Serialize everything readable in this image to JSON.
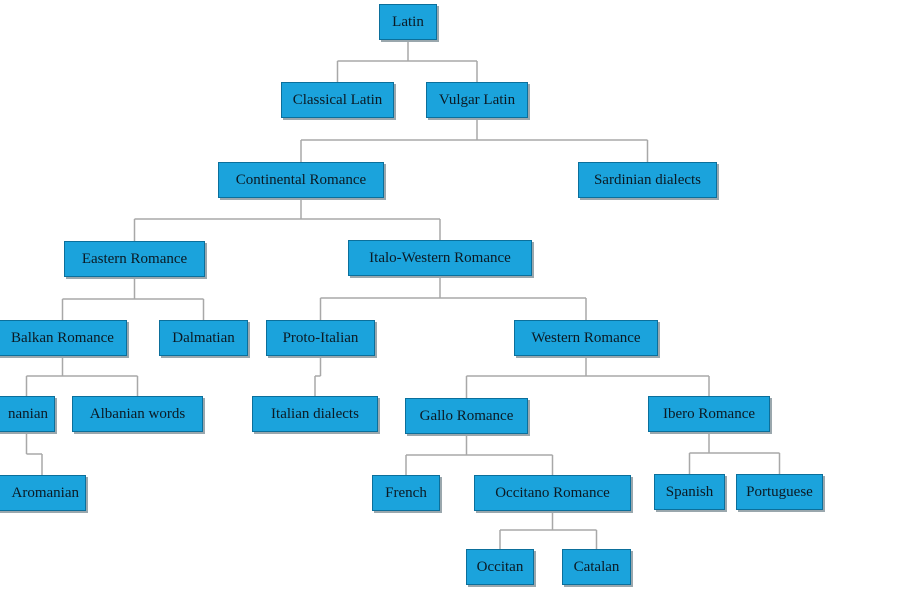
{
  "diagram": {
    "type": "tree",
    "nodes": [
      {
        "id": "latin",
        "label": "Latin"
      },
      {
        "id": "classical",
        "label": "Classical Latin"
      },
      {
        "id": "vulgar",
        "label": "Vulgar Latin"
      },
      {
        "id": "continental",
        "label": "Continental Romance"
      },
      {
        "id": "sardinian",
        "label": "Sardinian dialects"
      },
      {
        "id": "eastern",
        "label": "Eastern Romance"
      },
      {
        "id": "italo_western",
        "label": "Italo-Western Romance"
      },
      {
        "id": "balkan",
        "label": "Balkan Romance"
      },
      {
        "id": "dalmatian",
        "label": "Dalmatian"
      },
      {
        "id": "proto_italian",
        "label": "Proto-Italian"
      },
      {
        "id": "western",
        "label": "Western Romance"
      },
      {
        "id": "romanian",
        "label": "nanian"
      },
      {
        "id": "albanian",
        "label": "Albanian words"
      },
      {
        "id": "italian_dialects",
        "label": "Italian dialects"
      },
      {
        "id": "gallo",
        "label": "Gallo Romance"
      },
      {
        "id": "ibero",
        "label": "Ibero Romance"
      },
      {
        "id": "aromanian",
        "label": "Aromanian"
      },
      {
        "id": "french",
        "label": "French"
      },
      {
        "id": "occitano",
        "label": "Occitano Romance"
      },
      {
        "id": "spanish",
        "label": "Spanish"
      },
      {
        "id": "portuguese",
        "label": "Portuguese"
      },
      {
        "id": "occitan",
        "label": "Occitan"
      },
      {
        "id": "catalan",
        "label": "Catalan"
      }
    ],
    "edges": [
      [
        "latin",
        "classical"
      ],
      [
        "latin",
        "vulgar"
      ],
      [
        "vulgar",
        "continental"
      ],
      [
        "vulgar",
        "sardinian"
      ],
      [
        "continental",
        "eastern"
      ],
      [
        "continental",
        "italo_western"
      ],
      [
        "eastern",
        "balkan"
      ],
      [
        "eastern",
        "dalmatian"
      ],
      [
        "italo_western",
        "proto_italian"
      ],
      [
        "italo_western",
        "western"
      ],
      [
        "balkan",
        "romanian"
      ],
      [
        "balkan",
        "albanian"
      ],
      [
        "proto_italian",
        "italian_dialects"
      ],
      [
        "western",
        "gallo"
      ],
      [
        "western",
        "ibero"
      ],
      [
        "romanian",
        "aromanian"
      ],
      [
        "gallo",
        "french"
      ],
      [
        "gallo",
        "occitano"
      ],
      [
        "ibero",
        "spanish"
      ],
      [
        "ibero",
        "portuguese"
      ],
      [
        "occitano",
        "occitan"
      ],
      [
        "occitano",
        "catalan"
      ]
    ],
    "colors": {
      "node_fill": "#1ba3dc",
      "node_border": "#0b6f9b",
      "node_shadow": "#9aa7ad",
      "text": "#0b1a24",
      "edge": "#a8a8a8"
    }
  }
}
